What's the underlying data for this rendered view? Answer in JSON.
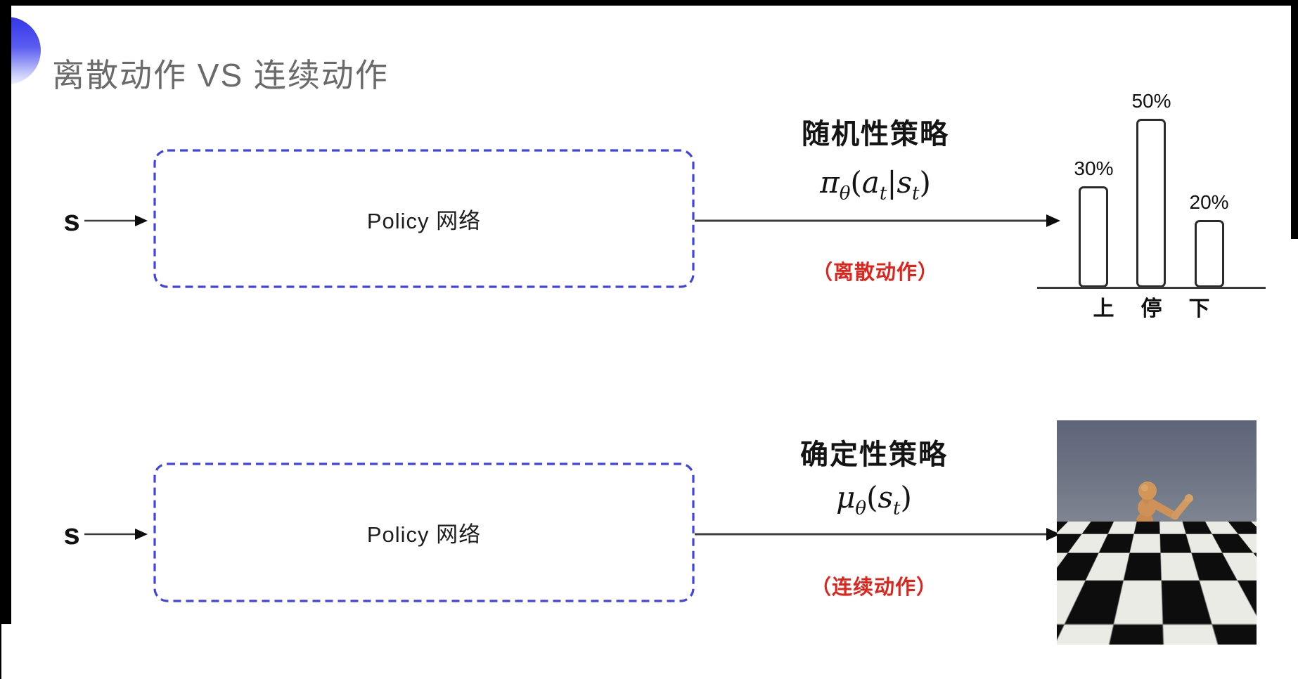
{
  "slide": {
    "title": "离散动作 VS 连续动作"
  },
  "top_flow": {
    "input_label": "s",
    "box_label": "Policy 网络",
    "policy_type": "随机性策略",
    "formula": {
      "sym": "π",
      "sym_sub": "θ",
      "open": "(",
      "arg1": "a",
      "arg1_sub": "t",
      "sep": "|",
      "arg2": "s",
      "arg2_sub": "t",
      "close": ")"
    },
    "action_note": "（离散动作）"
  },
  "chart_data": {
    "type": "bar",
    "categories": [
      "上",
      "停",
      "下"
    ],
    "values": [
      30,
      50,
      20
    ],
    "labels": [
      "30%",
      "50%",
      "20%"
    ],
    "unit": "percent",
    "ylim": [
      0,
      55
    ],
    "grid": false,
    "bar_fill": "#ffffff",
    "bar_stroke": "#2b2b2b",
    "baseline_color": "#3a3a3a"
  },
  "bottom_flow": {
    "input_label": "s",
    "box_label": "Policy 网络",
    "policy_type": "确定性策略",
    "formula": {
      "sym": "μ",
      "sym_sub": "θ",
      "open": "(",
      "arg1": "s",
      "arg1_sub": "t",
      "close": ")"
    },
    "action_note": "（连续动作）"
  },
  "colors": {
    "box_border": "#4044e2",
    "note_red": "#e0241b",
    "title_gray": "#6a6a6a",
    "arrow": "#3c3c3c",
    "sky_top": "#5e657a",
    "tile_light": "#e9ebe4",
    "tile_dark": "#0d0d0d",
    "robot_body": "#c98a52"
  }
}
